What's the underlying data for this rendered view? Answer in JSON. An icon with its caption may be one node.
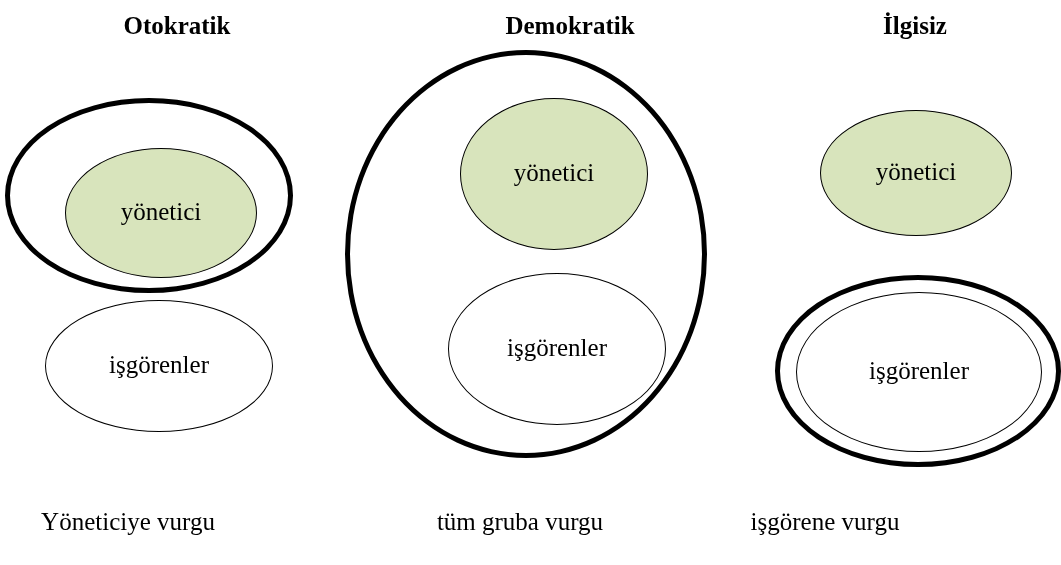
{
  "diagram": {
    "nodes": [
      {
        "text": [],
        "shape": "ellipse"
      },
      {
        "text": [
          "yönetici"
        ],
        "in": 0
      },
      {
        "text": [
          "işgörenler"
        ]
      },
      {
        "text": [],
        "shape": "ellipse"
      },
      {
        "text": [
          "yönetici"
        ],
        "in": 3
      },
      {
        "text": [
          "işgörenler"
        ],
        "in": 3
      },
      {
        "text": [
          "yönetici"
        ]
      },
      {
        "text": [],
        "shape": "ellipse"
      },
      {
        "text": [
          "işgörenler"
        ],
        "in": 7
      }
    ],
    "edges": [],
    "labels": [
      "Otokratik",
      "Demokratik",
      "İlgisiz",
      "Yöneticiye vurgu",
      "tüm gruba vurgu",
      "işgörene vurgu"
    ]
  }
}
